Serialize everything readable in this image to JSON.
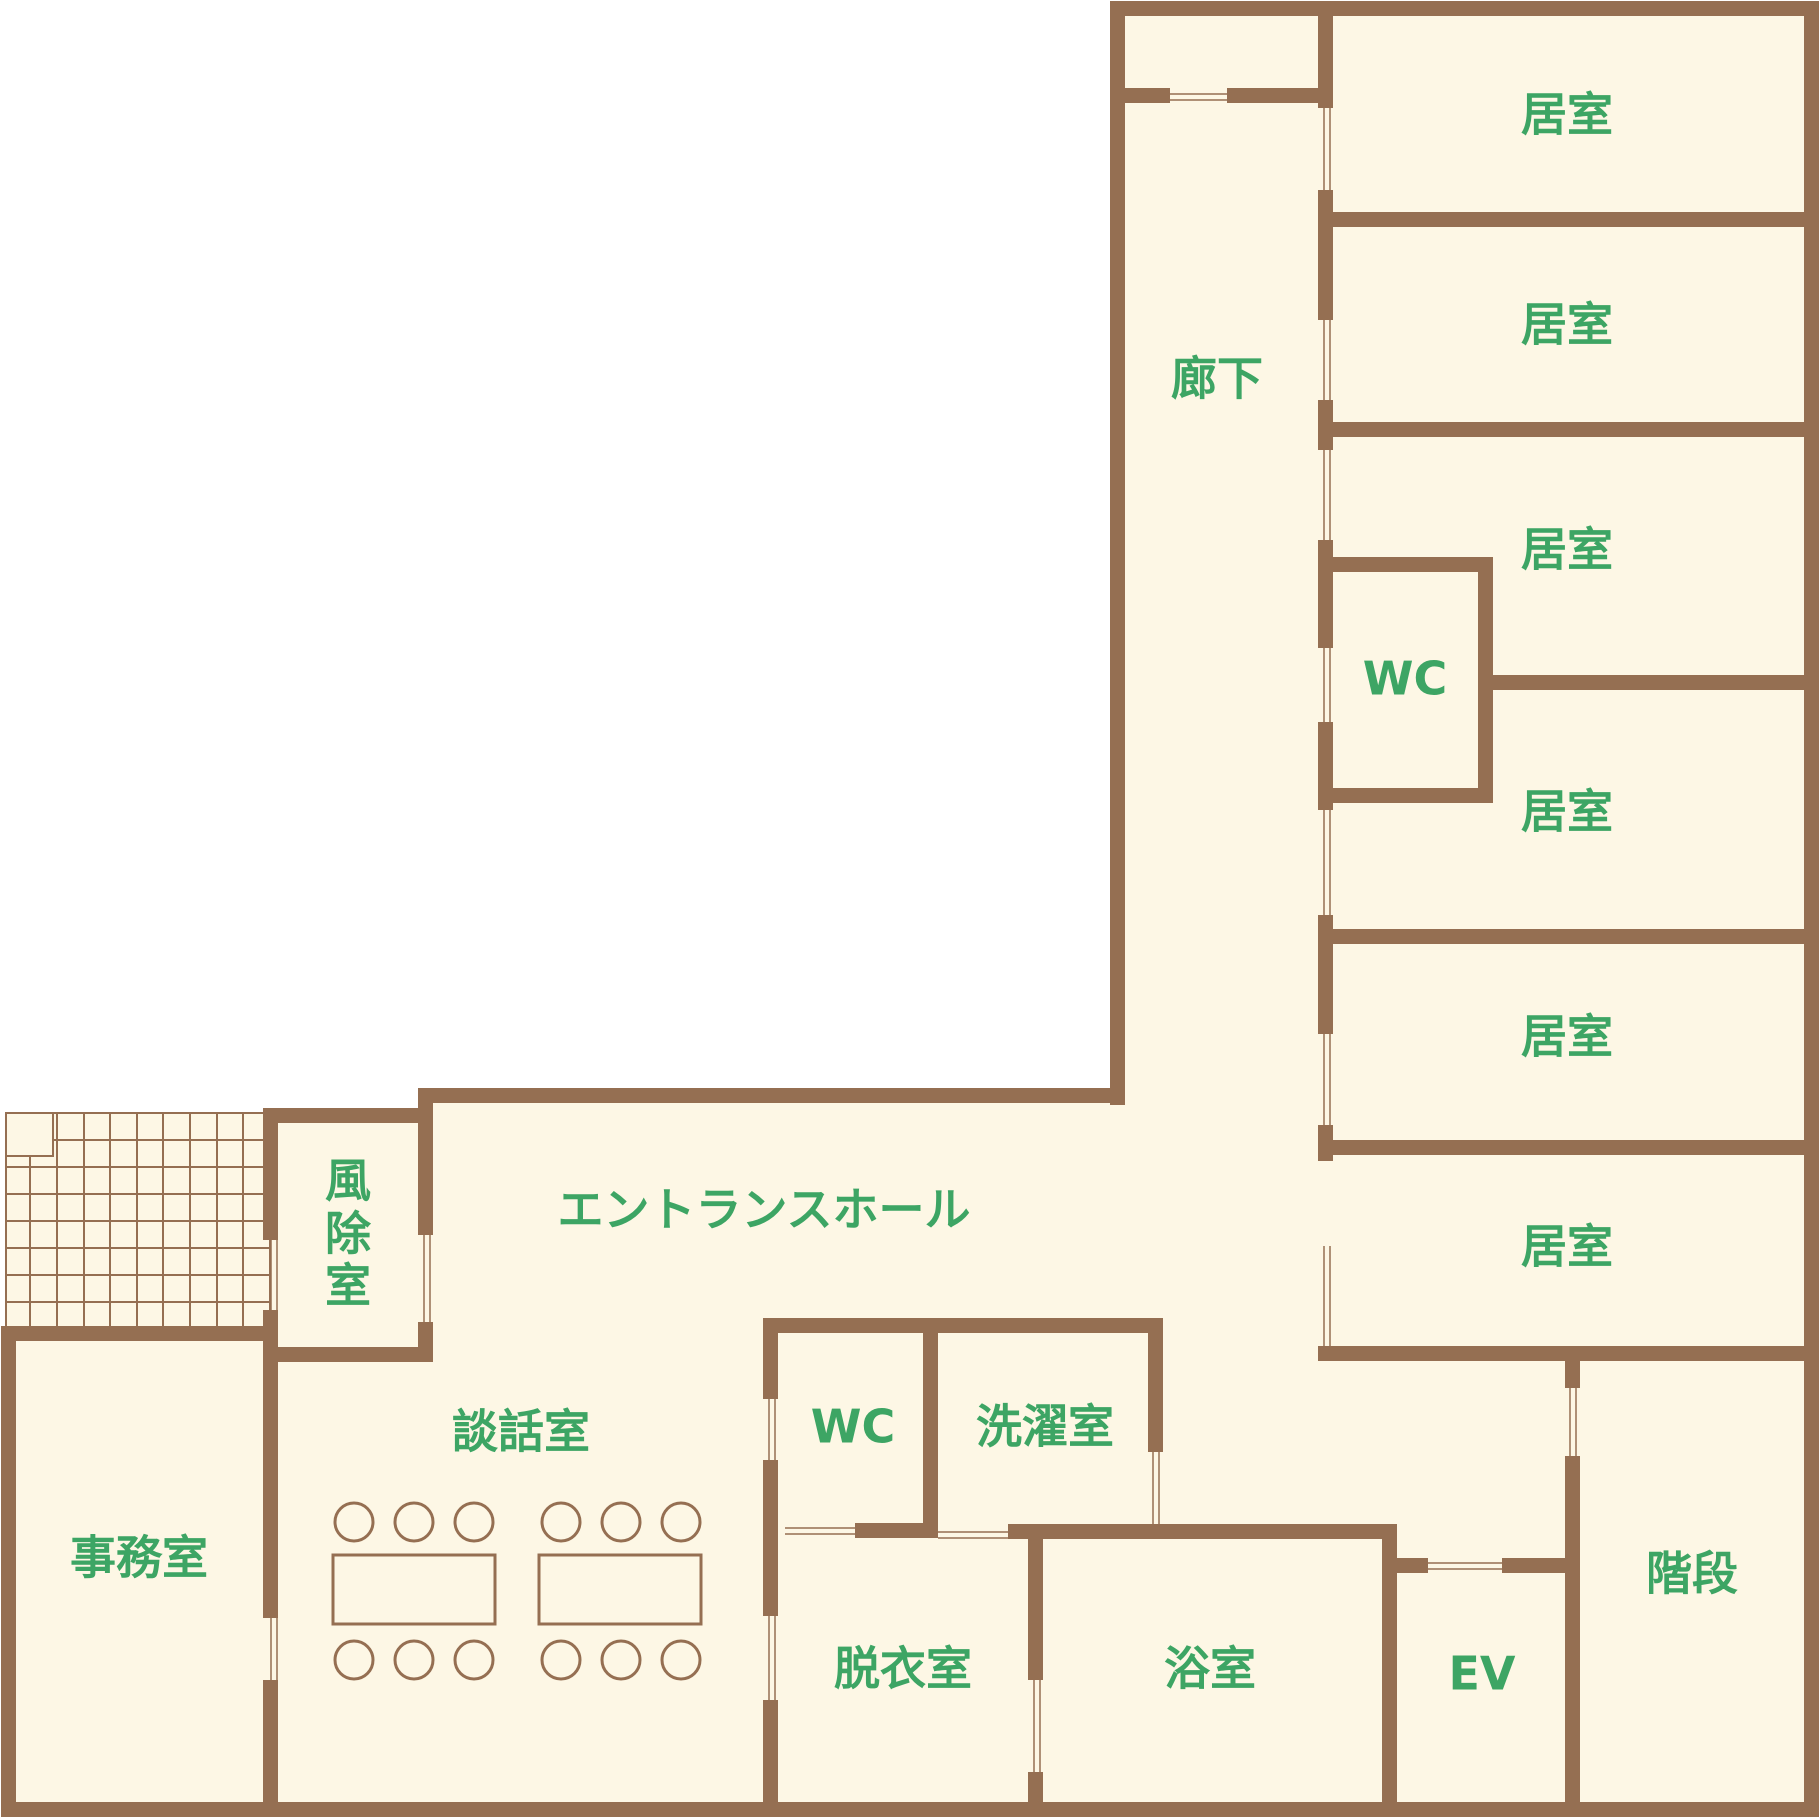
{
  "colors": {
    "wall": "#956f52",
    "floor": "#fdf7e5",
    "label": "#3da564",
    "background": "#ffffff"
  },
  "rooms": {
    "kyoshitsu_1": "居室",
    "kyoshitsu_2": "居室",
    "kyoshitsu_3": "居室",
    "kyoshitsu_4": "居室",
    "kyoshitsu_5": "居室",
    "kyoshitsu_6": "居室",
    "corridor": "廊下",
    "wc_upper": "WC",
    "entrance_hall": "エントランスホール",
    "windbreak_1": "風",
    "windbreak_2": "除",
    "windbreak_3": "室",
    "lounge": "談話室",
    "office": "事務室",
    "wc_lower": "WC",
    "laundry": "洗濯室",
    "dressing": "脱衣室",
    "bath": "浴室",
    "elevator": "EV",
    "stairs": "階段"
  }
}
